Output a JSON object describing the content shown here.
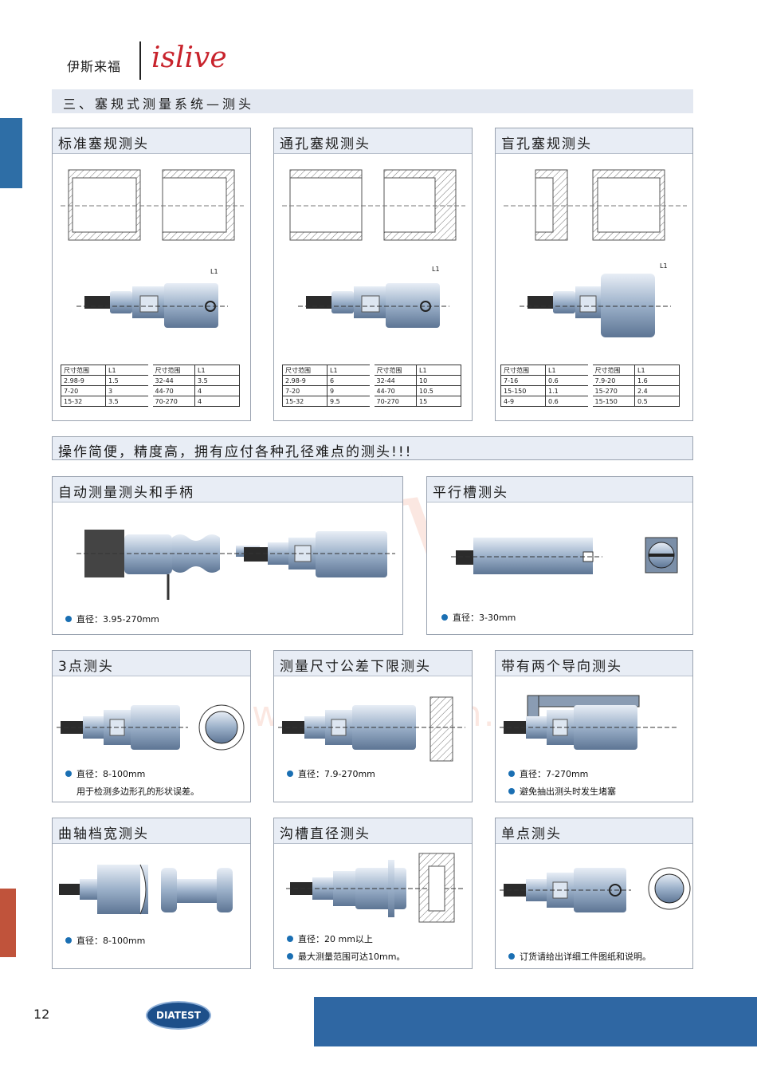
{
  "header": {
    "brand_cn": "伊斯来福",
    "brand_en": "islive"
  },
  "section_title": "三、塞规式测量系统—测头",
  "slogan": "操作简便，精度高，拥有应付各种孔径难点的测头!!!",
  "panels": {
    "standard": {
      "title": "标准塞规测头",
      "table": [
        [
          "尺寸范围",
          "L1",
          "尺寸范围",
          "L1"
        ],
        [
          "2.98-9",
          "1.5",
          "32-44",
          "3.5"
        ],
        [
          "7-20",
          "3",
          "44-70",
          "4"
        ],
        [
          "15-32",
          "3.5",
          "70-270",
          "4"
        ]
      ]
    },
    "through": {
      "title": "通孔塞规测头",
      "table": [
        [
          "尺寸范围",
          "L1",
          "尺寸范围",
          "L1"
        ],
        [
          "2.98-9",
          "6",
          "32-44",
          "10"
        ],
        [
          "7-20",
          "9",
          "44-70",
          "10.5"
        ],
        [
          "15-32",
          "9.5",
          "70-270",
          "15"
        ]
      ]
    },
    "blind": {
      "title": "盲孔塞规测头",
      "table": [
        [
          "尺寸范围",
          "L1",
          "尺寸范围",
          "L1"
        ],
        [
          "7-16",
          "0.6",
          "7.9-20",
          "1.6"
        ],
        [
          "15-150",
          "1.1",
          "15-270",
          "2.4"
        ],
        [
          "4-9",
          "0.6",
          "15-150",
          "0.5"
        ]
      ]
    },
    "auto": {
      "title": "自动测量测头和手柄",
      "note1": "直径：3.95-270mm"
    },
    "slot": {
      "title": "平行槽测头",
      "note1": "直径：3-30mm"
    },
    "three_point": {
      "title": "3点测头",
      "note1": "直径：8-100mm",
      "note2": "用于检测多边形孔的形状误差。"
    },
    "lower_limit": {
      "title": "测量尺寸公差下限测头",
      "note1": "直径：7.9-270mm"
    },
    "guided": {
      "title": "带有两个导向测头",
      "note1": "直径：7-270mm",
      "note2": "避免抽出测头时发生堵塞"
    },
    "crank": {
      "title": "曲轴档宽测头",
      "note1": "直径：8-100mm"
    },
    "groove": {
      "title": "沟槽直径测头",
      "note1": "直径：20 mm以上",
      "note2": "最大测量范围可达10mm。"
    },
    "single": {
      "title": "单点测头",
      "note1": "订货请给出详细工件图纸和说明。"
    }
  },
  "label_L1": "L1",
  "watermark": {
    "main": "islive",
    "url": "www.islive.com.cn"
  },
  "footer": {
    "page_number": "12",
    "logo_text": "DIATEST"
  },
  "colors": {
    "accent_blue": "#2f67a3",
    "brand_red": "#c8232c",
    "panel_head": "#e8edf5"
  }
}
